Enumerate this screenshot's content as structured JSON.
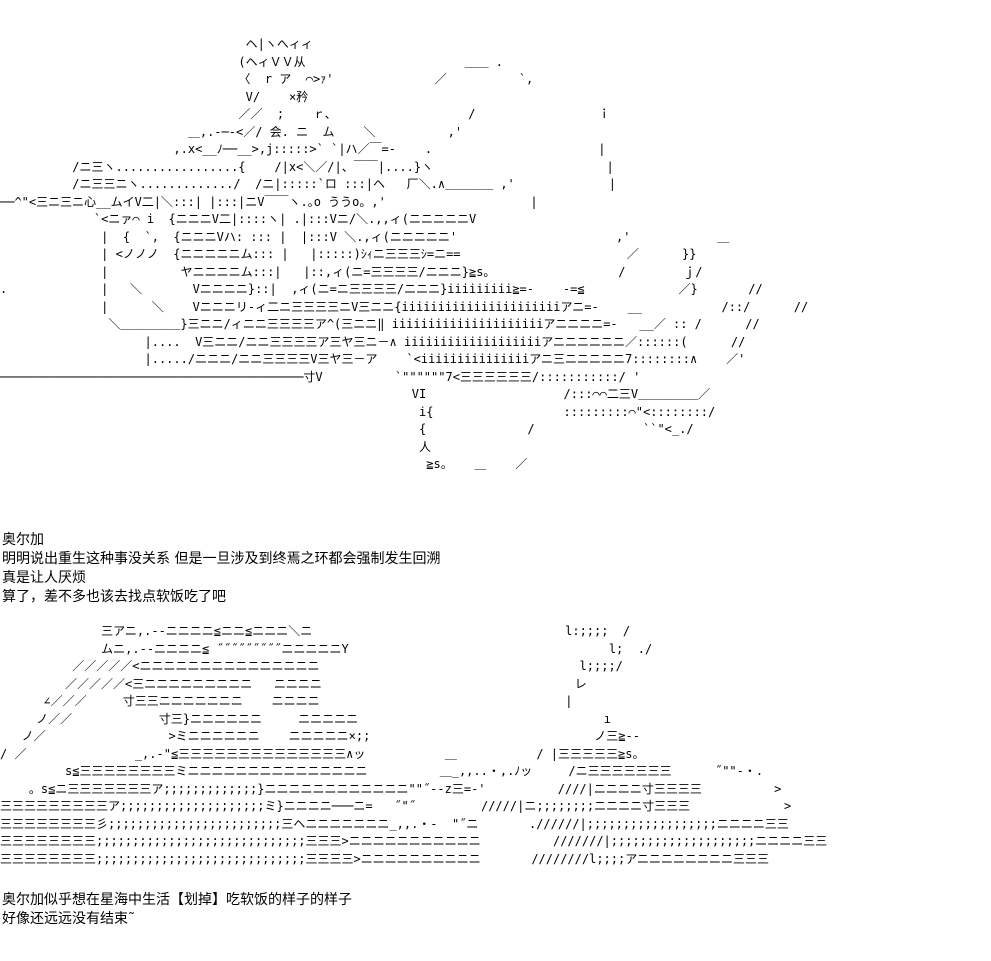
{
  "art_top": [
    "                                  ヘ|ヽへィィ",
    "                                 (ヘィＶＶ从                      ＿＿ .",
    "                                 〈  r ア  ⌒>ｧ'              ／          `,",
    "                                  V/    ×矜",
    "                                 ／／  ;    ｒ､                   /                 ｉ",
    "                          ＿,.-─‐<／/ 会. ニ  ム    ＼          ,'",
    "                        ,.x<__ﾉ──__>,j:::::>` `|ハ／￣=-    .                       |",
    "          /ニ三ヽ.................{    /|x<＼／/|、￣￣|....}ヽ                        |",
    "          /ニ三三ニヽ............./  /ニ|:::::`ロ :::|ヘ   厂＼.∧＿＿＿＿ ,'             |",
    "──^\"<三ニ三ニ心__ムイV二|＼:::| |:::|ニV￣￣ヽ.｡o ううo。,'                    |",
    "             `<ニァ⌒ i  {ニニニV二|::::ヽ| .|:::Vニ/＼.,,ィ(ニニニニニV",
    "              |  {  `,  {ニニニVハ: ::: |  |:::V ＼.,ィ(ニニニニニ'                      ,'            ＿",
    "              | <ノノノ  {ニニニニニム::: |   |:::::)ｼｨニ三三三ｼ=ニ==                       ／      }}",
    "              |          ヤニニニニム:::|   |::,ィ(ニ=三三三三/ニニニ}≧s。                 /        ｊ/",
    ".             |   ＼       Vニニニニ}::|  ,ィ(ニ=ニ三三三三/ニニニ}iiiiiiiii≧=-    -=≦             ／}       //",
    "              |      ＼    Vニニニリ-ィ二ニ三三三三ニV三ニニ{iiiiiiiiiiiiiiiiiiiiiiアニ=-    __           /::/      //",
    "               ＼＿＿＿＿＿}三ニニ/ィニニ三三三三ア^(三ニニ‖ iiiiiiiiiiiiiiiiiiiiiアニニニニ=-   __／ :: /      //",
    "                    |....  V三ニニ/ニニ三三三三ア三ヤ三ニ－∧ iiiiiiiiiiiiiiiiiiiアニニニニニニ／::::::(      //",
    "                    |...../ニニニ/ニニ三三三三V三ヤ三－ア    `<iiiiiiiiiiiiiiiアニ三ニニニニニ7::::::::∧    ／'",
    "──────────────────────────────────────────寸V          `\"\"\"\"\"\"7<三三三三三三/:::::::::::/ '",
    "                                                         VI                   /:::⌒⌒二三V＿＿＿＿＿／",
    "                                                          i{                  :::::::::⌒\"<::::::::/",
    "                                                          {              /               ``\"<_./",
    "                                                          人",
    "                                                           ≧s。   ＿    ／"
  ],
  "caption_top": [
    "奥尔加",
    "明明说出重生这种事没关系 但是一旦涉及到终焉之环都会强制发生回溯",
    "真是让人厌烦",
    "算了，差不多也该去找点软饭吃了吧"
  ],
  "art_bottom": [
    "              三アニ,.-‐ニニニニ≦ニニ≦ニニニ＼ニ                                   l:;;;;  /",
    "              ムニ,.-‐ニニニニ≦ ˝˝˝˝˝˝˝˝˝ニニニニニY                                    l;  ./",
    "          ／／／／／<ニニニニニニニニニニニニニニニ                                    l;;;;/",
    "         ／／／／／<三ニニニニニニニニニ   ニニニニ                                   レ",
    "      ∠／／／     寸三三ニニニニニニニ    ニニニニ                                  |",
    "     ノ／／            寸三}ニニニニニニ     ニニニニニ                                  ı",
    "   ノ／                 >ミニニニニニニ    ニニニニニ×;;                               ノ三≧--",
    "/ ／               _,.-\"≦三三三三三三三三三三三三三三∧ッ           ＿           / |三三三三三≧s。",
    "         s≦三三三三三三三三ミニニニニニニニニニニニニニニニ          ＿_,,..・,.ﾉッ     /ニ三三三三三三三      ˝\"\"-・.",
    "    。s≦ニ三三三三三三三ア;;;;;;;;;;;;;}ニニニニニニニニニニニニ\"\"˝‐-z三=-'          ////|ニニニニ寸三三三三          >",
    "三三三三三三三三三ア;;;;;;;;;;;;;;;;;;;;ミ}ニニニニ───ニ=   ˝\"˝         /////|ニ;;;;;;;;ニニニニ寸三三三             >",
    "三三三三三三三三彡;;;;;;;;;;;;;;;;;;;;;;;;三ヘニニニニニニニ_,,.・-  \"˝ニ       .//////|;;;;;;;;;;;;;;;;;;ニニニニ三三",
    "三三三三三三三三;;;;;;;;;;;;;;;;;;;;;;;;;;;;;三三三>ニニニニニニニニニニニ          ///////|;;;;;;;;;;;;;;;;;;;;ニニニニ三三",
    "三三三三三三三三;;;;;;;;;;;;;;;;;;;;;;;;;;;;;三三三三>ニニニニニニニニニニ       ////////l;;;;アニニニニニニニニ三三三"
  ],
  "caption_bottom": [
    "奥尔加似乎想在星海中生活【划掉】吃软饭的样子的样子",
    "好像还远远没有结束˜"
  ]
}
